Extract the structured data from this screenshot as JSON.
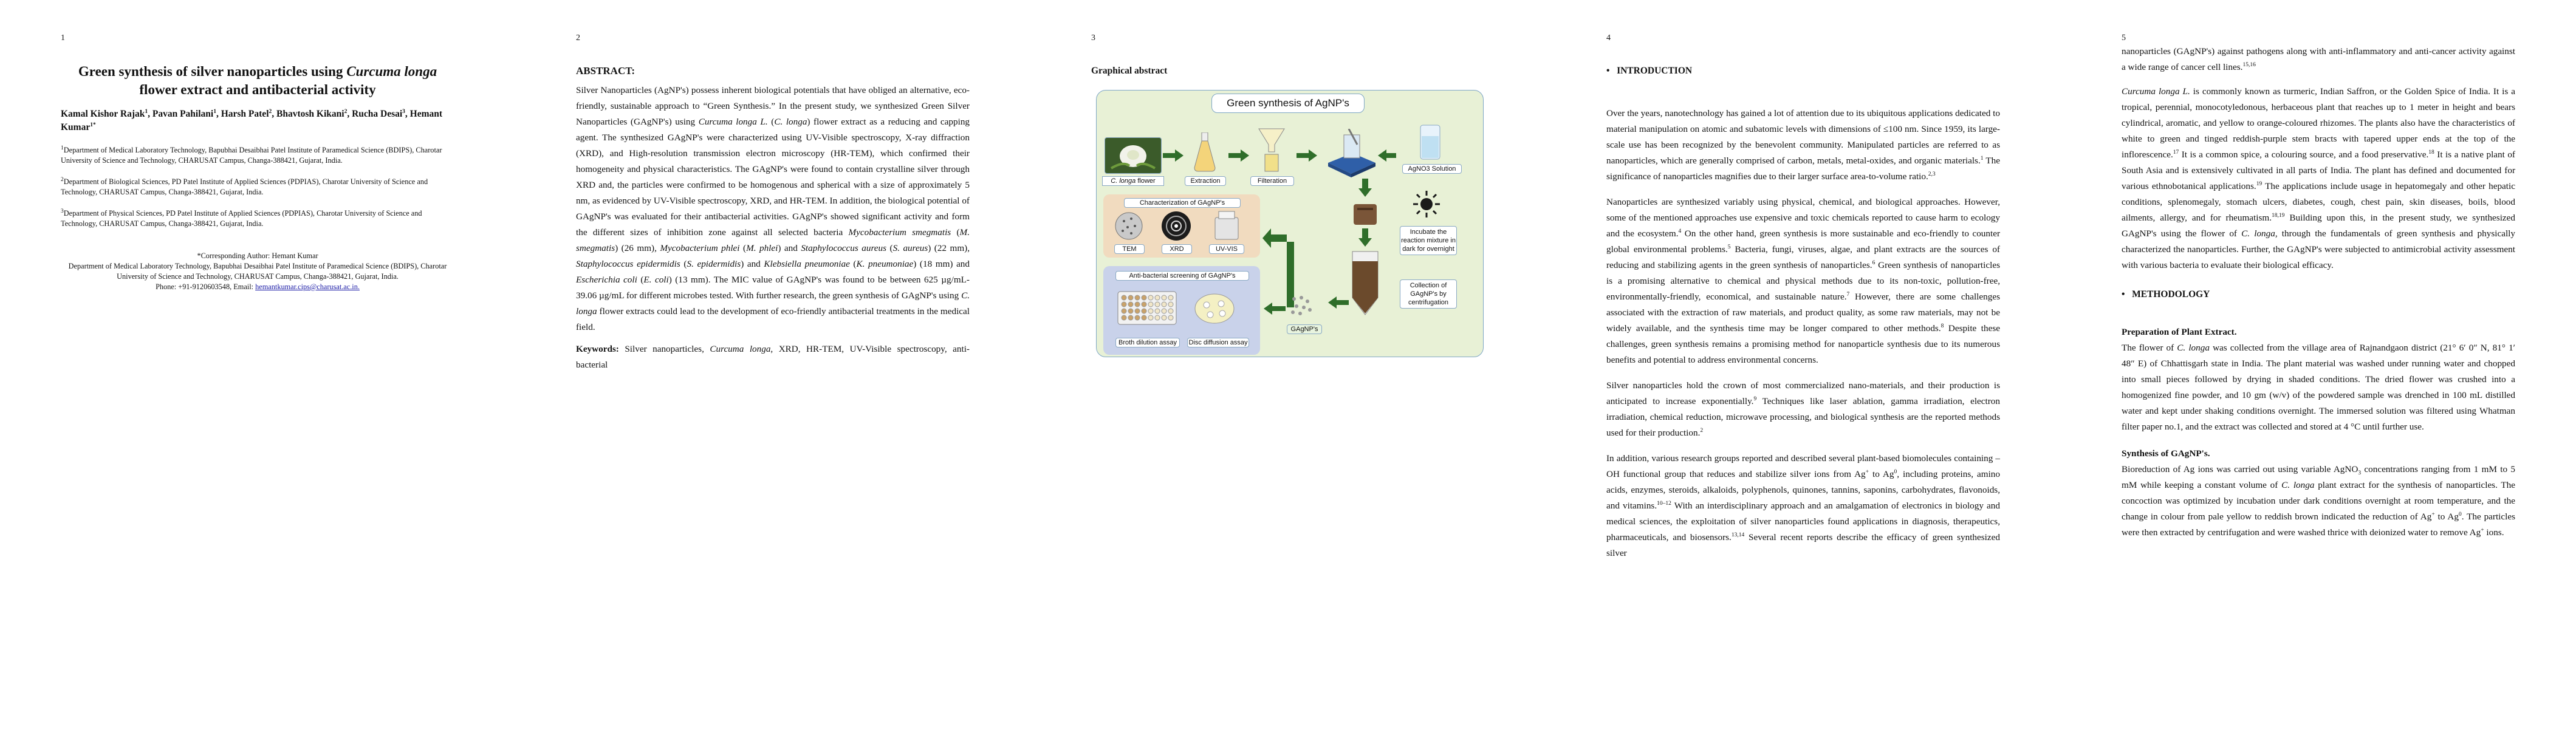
{
  "pages": [
    "1",
    "2",
    "3",
    "4",
    "5"
  ],
  "page1": {
    "title_a": "Green synthesis of silver nanoparticles using ",
    "title_b": "Curcuma longa",
    "title_c": " flower extract and antibacterial activity",
    "authors": [
      {
        "name": "Kamal Kishor Rajak",
        "sup": "1"
      },
      {
        "name": "Pavan Pahilani",
        "sup": "1"
      },
      {
        "name": "Harsh Patel",
        "sup": "2"
      },
      {
        "name": "Bhavtosh Kikani",
        "sup": "2"
      },
      {
        "name": "Rucha Desai",
        "sup": "3"
      },
      {
        "name": "Hemant Kumar",
        "sup": "1*"
      }
    ],
    "affiliations": [
      {
        "sup": "1",
        "text": "Department of Medical Laboratory Technology, Bapubhai Desaibhai Patel Institute of Paramedical Science (BDIPS), Charotar University of Science and Technology, CHARUSAT Campus, Changa-388421, Gujarat, India."
      },
      {
        "sup": "2",
        "text": "Department of Biological Sciences, PD Patel Institute of Applied Sciences (PDPIAS), Charotar University of Science and Technology, CHARUSAT Campus, Changa-388421, Gujarat, India."
      },
      {
        "sup": "3",
        "text": "Department of Physical Sciences, PD Patel Institute of Applied Sciences (PDPIAS), Charotar University of Science and Technology, CHARUSAT Campus, Changa-388421, Gujarat, India."
      }
    ],
    "corr_line": "*Corresponding Author:  Hemant Kumar",
    "corr_dept": "Department of Medical Laboratory Technology, Bapubhai Desaibhai Patel Institute of Paramedical Science (BDIPS), Charotar University of Science and Technology, CHARUSAT Campus, Changa-388421, Gujarat, India.",
    "corr_phone": "Phone: +91-9120603548, Email: ",
    "corr_email": "hemantkumar.cips@charusat.ac.in."
  },
  "page2": {
    "heading": "ABSTRACT:",
    "abs_1": "Silver Nanoparticles (AgNP's) possess inherent biological potentials that have obliged an alternative, eco-friendly, sustainable approach to “Green Synthesis.” In the present study, we synthesized Green Silver Nanoparticles (GAgNP's) using ",
    "abs_cl": "Curcuma longa L.",
    "abs_2": " (",
    "abs_cl2": "C. longa",
    "abs_3": ") flower extract as a reducing and capping agent. The synthesized GAgNP's were characterized using UV-Visible spectroscopy, X-ray diffraction (XRD), and High-resolution transmission electron microscopy (HR-TEM), which confirmed their homogeneity and physical characteristics. The GAgNP's were found to contain crystalline silver through XRD and, the particles were confirmed to be homogenous and spherical with a size of approximately 5 nm, as evidenced by UV-Visible spectroscopy, XRD, and HR-TEM. In addition, the biological potential of GAgNP's was evaluated for their antibacterial activities.  GAgNP's showed significant activity and form the different sizes of inhibition zone against all selected bacteria ",
    "abs_ms": "Mycobacterium smegmatis",
    "abs_4": " (",
    "abs_ms2": "M. smegmatis",
    "abs_5": ") (26 mm), ",
    "abs_mp": "Mycobacterium phlei",
    "abs_6": " (",
    "abs_mp2": "M. phlei",
    "abs_7": ") and ",
    "abs_sa": "Staphylococcus aureus",
    "abs_8": " (",
    "abs_sa2": "S. aureus",
    "abs_9": ") (22 mm), ",
    "abs_se": "Staphylococcus epidermidis",
    "abs_10": " (",
    "abs_se2": "S. epidermidis",
    "abs_11": ") and ",
    "abs_kp": "Klebsiella pneumoniae",
    "abs_12": " (",
    "abs_kp2": "K. pneumoniae",
    "abs_13": ") (18 mm) and ",
    "abs_ec": "Escherichia coli",
    "abs_14": " (",
    "abs_ec2": "E. coli",
    "abs_15": ") (13 mm). The MIC value of GAgNP's was found to be between 625 µg/mL-39.06 µg/mL for different microbes tested. With further research, the green synthesis of GAgNP's using ",
    "abs_cl3": "C. longa",
    "abs_16": " flower extracts could lead to the development of eco-friendly antibacterial treatments in the medical field.",
    "kw_label": "Keywords:",
    "kw_1": " Silver nanoparticles, ",
    "kw_cl": "Curcuma longa",
    "kw_2": ", XRD, HR-TEM, UV-Visible spectroscopy, anti-bacterial"
  },
  "page3": {
    "heading": "Graphical abstract",
    "ga_title": "Green synthesis of  AgNP's",
    "flower_label_i": "C. longa",
    "flower_label": " flower",
    "extraction": "Extraction",
    "filtration": "Filteration",
    "agno3": "AgNO3 Solution",
    "char_title": "Characterization of GAgNP's",
    "tem": "TEM",
    "xrd": "XRD",
    "uvvis": "UV-VIS",
    "incubate": "Incubate the reaction mixture in dark for overnight",
    "collection": "Collection of GAgNP's by centrifugation",
    "anti_title": "Anti-bacterial screening of GAgNP's",
    "broth": "Broth dilution assay",
    "disc": "Disc diffusion assay",
    "gagnps": "GAgNP's"
  },
  "page4": {
    "heading": "INTRODUCTION",
    "p1": "Over the years, nanotechnology has gained a lot of attention due to its ubiquitous applications dedicated to material manipulation on atomic and subatomic levels with dimensions of ≤100 nm.  Since 1959, its large-scale use has been recognized by the benevolent community. Manipulated particles are referred to as nanoparticles, which are generally comprised of carbon, metals, metal-oxides, and organic materials.",
    "p1_s1": "1",
    "p1b": " The significance of nanoparticles magnifies due to their larger surface area-to-volume ratio.",
    "p1_s2": "2,3",
    "p2": "Nanoparticles are synthesized variably using physical, chemical, and biological approaches. However, some of the mentioned approaches use expensive and toxic chemicals reported to cause harm to ecology and the ecosystem.",
    "p2_s1": "4",
    "p2b": " On the other hand, green synthesis is more sustainable and eco-friendly to counter global environmental problems.",
    "p2_s2": "5",
    "p2c": " Bacteria, fungi, viruses, algae, and plant extracts are the sources of reducing and stabilizing agents in the green synthesis of nanoparticles.",
    "p2_s3": "6",
    "p2d": " Green synthesis of nanoparticles is a promising alternative to chemical and physical methods due to its non-toxic, pollution-free, environmentally-friendly, economical, and sustainable nature.",
    "p2_s4": "7",
    "p2e": "  However, there are some challenges associated with the extraction of raw materials, and product quality, as some raw materials, may not be widely available, and the synthesis time may be longer compared to other methods.",
    "p2_s5": "8",
    "p2f": " Despite these challenges, green synthesis remains a promising method for nanoparticle synthesis due to its numerous benefits and potential to address environmental concerns.",
    "p3": "Silver nanoparticles hold the crown of most commercialized nano-materials, and their production is anticipated to increase exponentially.",
    "p3_s1": "9",
    "p3b": "  Techniques like laser ablation, gamma irradiation, electron irradiation, chemical reduction, microwave processing, and biological synthesis are the reported methods used for their production.",
    "p3_s2": "2",
    "p4": "In addition, various research groups reported and described several plant-based biomolecules containing –OH functional group that reduces and stabilize silver ions from Ag",
    "p4_s0": "+",
    "p4a": " to Ag",
    "p4_s00": "0",
    "p4b": ", including proteins, amino acids, enzymes, steroids, alkaloids, polyphenols, quinones, tannins, saponins, carbohydrates, flavonoids, and vitamins.",
    "p4_s1": "10–12",
    "p4c": " With an interdisciplinary approach and an amalgamation of electronics in biology and medical sciences, the exploitation of silver nanoparticles found applications in diagnosis, therapeutics, pharmaceuticals, and biosensors.",
    "p4_s2": "13,14",
    "p4d": "  Several recent reports describe the efficacy of green synthesized silver"
  },
  "page5": {
    "p1": "nanoparticles (GAgNP's) against pathogens along with anti-inflammatory and anti-cancer activity against a wide range of cancer cell lines.",
    "p1_s": "15,16",
    "p2_i": "Curcuma longa L.",
    "p2": " is commonly known as turmeric, Indian Saffron, or the Golden Spice of India. It is a tropical, perennial, monocotyledonous, herbaceous plant that reaches up to 1 meter in height and bears cylindrical, aromatic, and yellow to orange-coloured rhizomes. The plants also have the characteristics of white to green and tinged reddish-purple stem bracts with tapered upper ends at the top of the inflorescence.",
    "p2_s1": "17",
    "p2b": " It is a common spice, a colouring source, and a food preservative.",
    "p2_s2": "18",
    "p2c": " It is a native plant of South Asia and is extensively cultivated in all parts of India. The plant has defined and documented for various ethnobotanical applications.",
    "p2_s3": "19",
    "p2d": " The applications include usage in hepatomegaly and other hepatic conditions, splenomegaly, stomach ulcers, diabetes, cough, chest pain, skin diseases, boils, blood ailments, allergy, and for rheumatism.",
    "p2_s4": "18,19",
    "p2e": " Building upon this, in the present study, we synthesized GAgNP's using the flower of ",
    "p2_i2": "C. longa",
    "p2f": ", through the fundamentals of green synthesis and physically characterized the nanoparticles. Further, the GAgNP's were subjected to antimicrobial activity assessment with various bacteria to evaluate their biological efficacy.",
    "method_h": "METHODOLOGY",
    "sub1": "Preparation of Plant Extract.",
    "s1": "The flower of ",
    "s1_i": "C. longa",
    "s1b": " was collected from the village area of Rajnandgaon district (21° 6′ 0″ N, 81° 1′ 48″ E) of Chhattisgarh state in India. The plant material was washed under running water and chopped into small pieces followed by drying in shaded conditions. The dried flower was crushed into a homogenized fine powder, and 10 gm (w/v) of the powdered sample was drenched in 100 mL distilled water and kept under shaking conditions overnight. The immersed solution was filtered using Whatman filter paper no.1, and the extract was collected and stored at 4 °C until further use.",
    "sub2": "Synthesis of GAgNP's.",
    "s2": "Bioreduction of Ag ions was carried out using variable AgNO",
    "s2_sub": "3",
    "s2b": " concentrations ranging from 1 mM to 5 mM while keeping a constant volume of ",
    "s2_i": "C. longa",
    "s2c": " plant extract for the synthesis of nanoparticles. The concoction was optimized by incubation under dark conditions overnight at room temperature, and the change in colour from pale yellow to reddish brown indicated the reduction of Ag",
    "s2_s1": "+",
    "s2d": " to Ag",
    "s2_s2": "0",
    "s2e": ". The particles were then extracted by centrifugation and were washed thrice with deionized water to remove Ag",
    "s2_s3": "+",
    "s2f": " ions."
  }
}
